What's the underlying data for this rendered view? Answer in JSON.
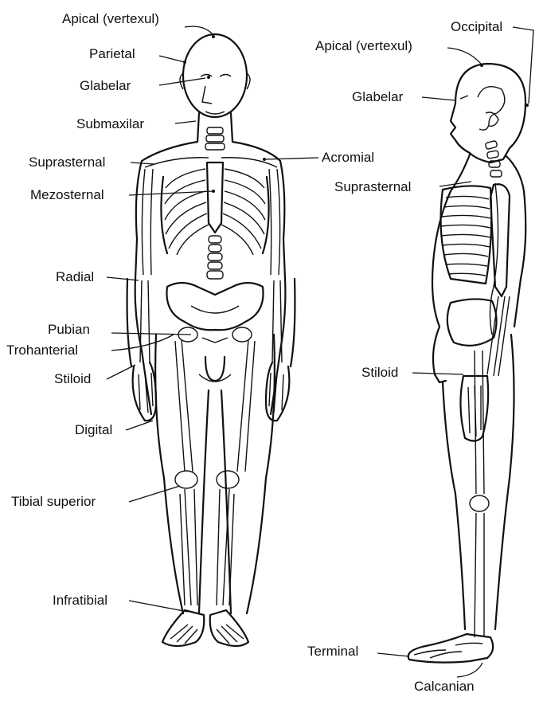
{
  "front_view": {
    "labels": {
      "apical": "Apical (vertexul)",
      "parietal": "Parietal",
      "glabelar": "Glabelar",
      "submaxilar": "Submaxilar",
      "suprasternal": "Suprasternal",
      "acromial": "Acromial",
      "mezosternal": "Mezosternal",
      "radial": "Radial",
      "pubian": "Pubian",
      "trohanterial": "Trohanterial",
      "stiloid": "Stiloid",
      "digital": "Digital",
      "tibial_superior": "Tibial superior",
      "infratibial": "Infratibial"
    }
  },
  "side_view": {
    "labels": {
      "occipital": "Occipital",
      "apical": "Apical (vertexul)",
      "glabelar": "Glabelar",
      "suprasternal": "Suprasternal",
      "stiloid": "Stiloid",
      "terminal": "Terminal",
      "calcanian": "Calcanian"
    }
  }
}
